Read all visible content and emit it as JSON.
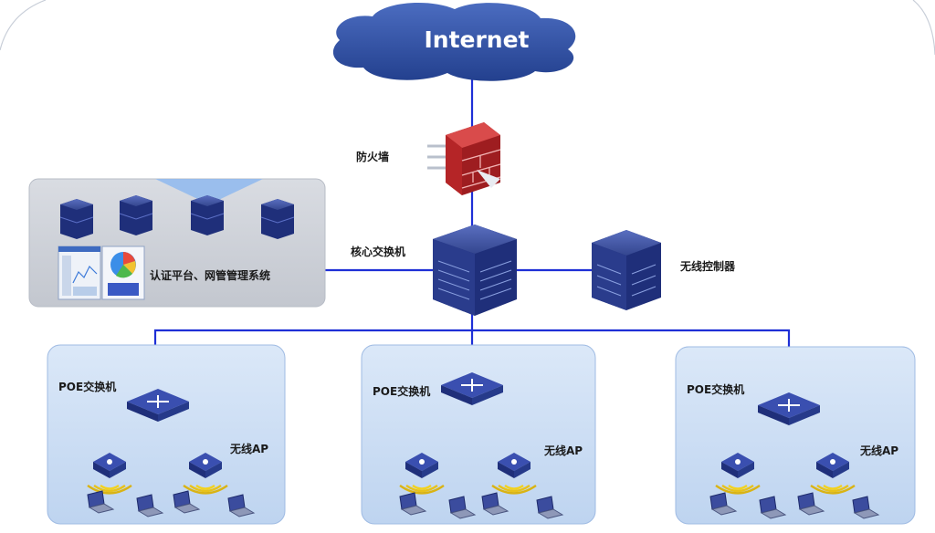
{
  "internet": {
    "label": "Internet"
  },
  "firewall": {
    "label": "防火墙"
  },
  "core_switch": {
    "label": "核心交换机"
  },
  "wireless_controller": {
    "label": "无线控制器"
  },
  "management_panel": {
    "label": "认证平台、网管管理系统"
  },
  "access_groups": [
    {
      "switch_label": "POE交换机",
      "ap_label": "无线AP"
    },
    {
      "switch_label": "POE交换机",
      "ap_label": "无线AP"
    },
    {
      "switch_label": "POE交换机",
      "ap_label": "无线AP"
    }
  ],
  "colors": {
    "link": "#1e2fd6",
    "cloud": "#2d4fa3",
    "device": "#1f2f7a",
    "firewall": "#c0282a",
    "panel_gray": "#cfd3da",
    "panel_blue": "#cfe0f5"
  }
}
